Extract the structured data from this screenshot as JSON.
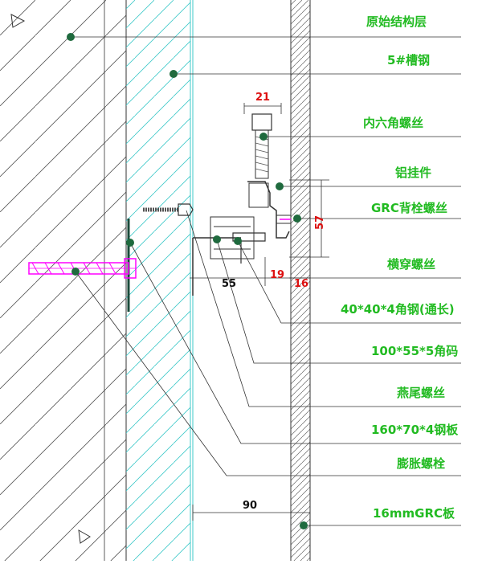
{
  "labels": {
    "original_structure": "原始结构层",
    "channel_steel": "5#槽钢",
    "hex_bolt": "内六角螺丝",
    "aluminum_hanger": "铝挂件",
    "grc_back_bolt": "GRC背栓螺丝",
    "cross_bolt": "横穿螺丝",
    "angle_steel": "40*40*4角钢(通长)",
    "angle_code": "100*55*5角码",
    "dovetail_screw": "燕尾螺丝",
    "steel_plate": "160*70*4钢板",
    "expansion_bolt": "膨胀螺栓",
    "grc_board": "16mmGRC板"
  },
  "dimensions": {
    "d21": "21",
    "d57": "57",
    "d55": "55",
    "d19": "19",
    "d16": "16",
    "d90": "90"
  },
  "colors": {
    "label_text": "#22bb22",
    "leader_dot": "#1f6a3e",
    "dimension_red": "#dd1111",
    "hatch_cyan": "#3cc8c8",
    "expansion_bolt": "#ff00ff"
  }
}
